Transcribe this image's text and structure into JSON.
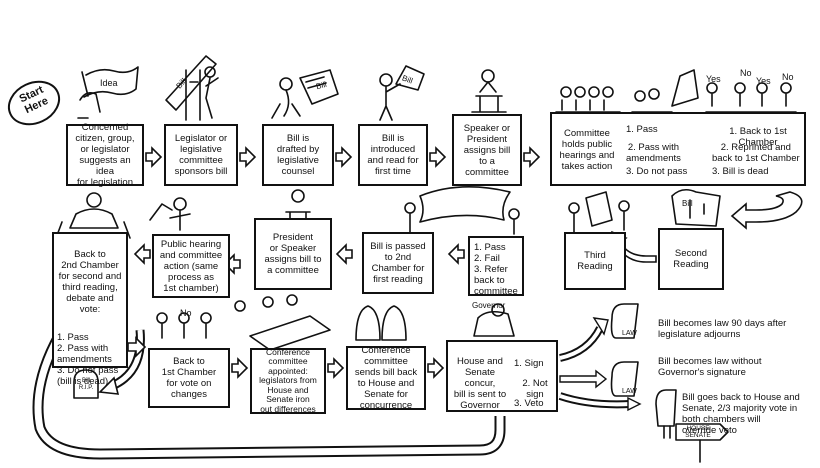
{
  "start": "Start\nHere",
  "idea_label": "Idea",
  "bill_label": "Bill",
  "law_label": "LAW",
  "no_label": "No",
  "governor_label": "Governor",
  "house_senate_sign": "HOUSE\nSENATE",
  "bill_rip": "Bill\nR.I.P.",
  "yes_no_votes": [
    "Yes",
    "No",
    "Yes",
    "No"
  ],
  "steps": {
    "s1": "Concerned\ncitizen, group,\nor legislator\nsuggests an idea\nfor legislation",
    "s2": "Legislator or\nlegislative\ncommittee\nsponsors bill",
    "s3": "Bill is\ndrafted by\nlegislative\ncounsel",
    "s4": "Bill is\nintroduced\nand read for\nfirst time",
    "s5": "Speaker or\nPresident\nassigns bill\nto a committee",
    "s6": "Committee\nholds public\nhearings and\ntakes action",
    "s6_options": [
      "1. Pass",
      "2. Pass with\n    amendments",
      "3. Do not pass"
    ],
    "s6_results": [
      "1. Back to 1st Chamber",
      "2. Reprinted and\n    back to 1st Chamber",
      "3. Bill is dead"
    ],
    "s7": "Second\nReading",
    "s8": "Third\nReading",
    "s8_options": "1. Pass\n2. Fail\n3. Refer\n    back to\n    committee",
    "s9": "Bill is passed\nto 2nd\nChamber for\nfirst reading",
    "s10": "President\nor Speaker\nassigns bill to\na committee",
    "s11": "Public hearing\nand committee\naction (same\nprocess as\n1st chamber)",
    "s12": "Back to\n2nd Chamber\nfor second and\nthird reading,\ndebate and\nvote:",
    "s12_options": "1. Pass\n2. Pass with\n    amendments\n3. Do not pass\n    (bill is dead)",
    "s13": "Back to\n1st Chamber\nfor vote on\nchanges",
    "s14": "Conference\ncommittee\nappointed:\nlegislators from\nHouse and\nSenate iron\nout differences",
    "s15": "Conference\ncommittee\nsends bill back\nto House and\nSenate for\nconcurrence",
    "s16": "House and\nSenate concur,\nbill is sent to\nGovernor",
    "s16_options": [
      "1. Sign",
      "2. Not sign",
      "3. Veto"
    ]
  },
  "outcomes": {
    "o1": "Bill becomes law 90 days after\nlegislature adjourns",
    "o2": "Bill becomes law without\nGovernor's signature",
    "o3": "Bill goes back to House and\nSenate, 2/3 majority vote in\nboth chambers will\noverride veto"
  }
}
